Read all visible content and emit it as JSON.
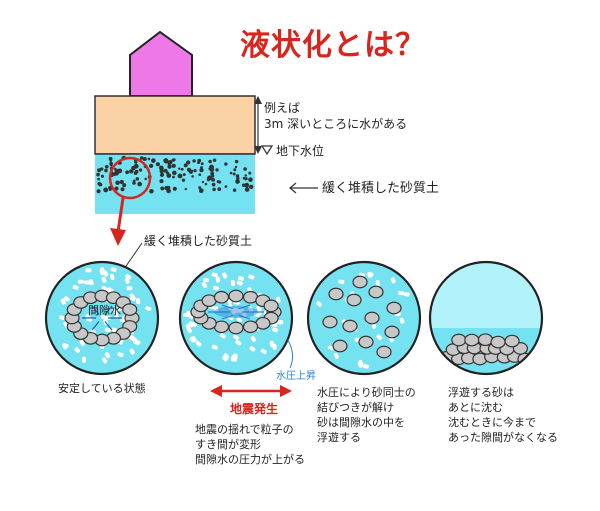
{
  "title": "液状化とは？",
  "colors": {
    "house": "#ee78e8",
    "soil": "#fad2a6",
    "water": "#74e2f0",
    "water_light": "#b2f2fa",
    "grain": "#c8c8c8",
    "accent": "#d8261f",
    "pressure": "#2d7fd0"
  },
  "cross_section": {
    "depth_example": "例えば\n3m 深いところに水がある",
    "water_level": "地下水位",
    "sand_layer": "緩く堆積した砂質土"
  },
  "zoom_label": "緩く堆積した砂質土",
  "pore_water_label": "間隙水",
  "pressure_rise_label": "水圧上昇",
  "earthquake_label": "地震発生",
  "stages": [
    {
      "caption": "安定している状態"
    },
    {
      "caption": "地震の揺れで粒子の\nすき間が変形\n間隙水の圧力が上がる"
    },
    {
      "caption": "水圧により砂同士の\n結びつきが解け\n砂は間隙水の中を\n浮遊する"
    },
    {
      "caption": "浮遊する砂は\nあとに沈む\n沈むときに今まで\nあった隙間がなくなる"
    }
  ]
}
